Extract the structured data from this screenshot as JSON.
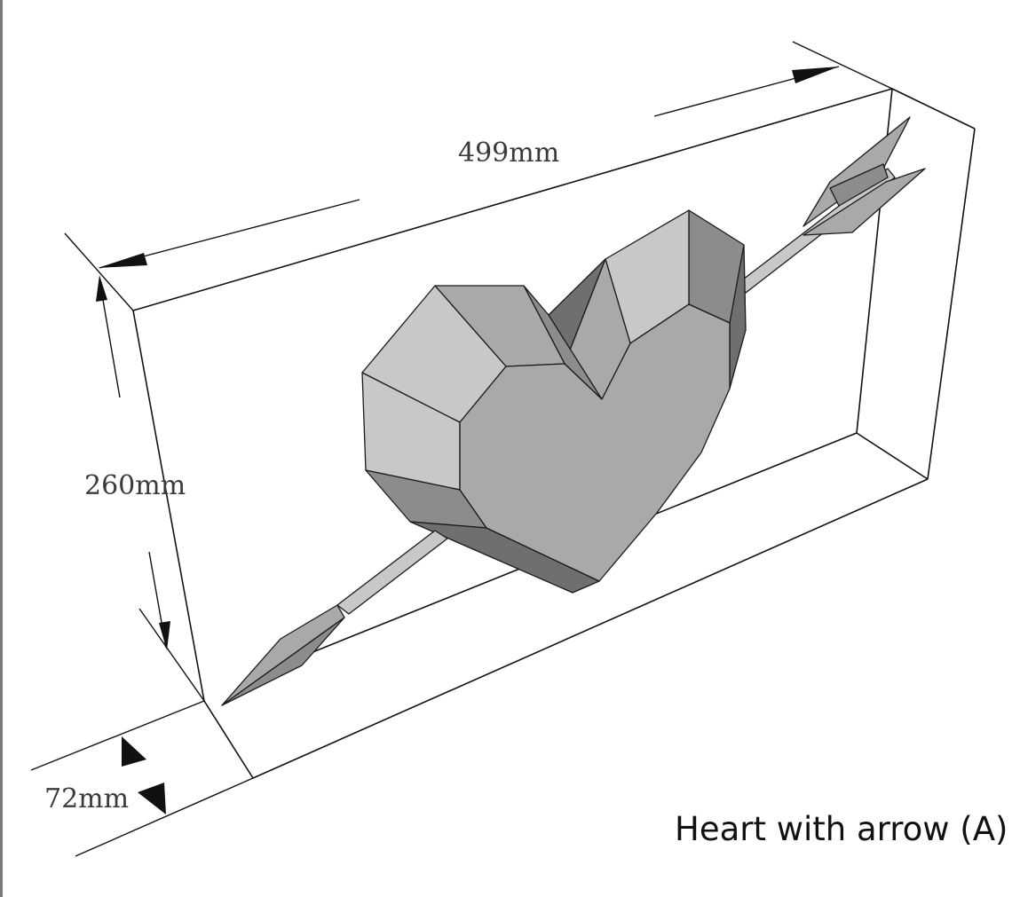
{
  "dimensions": {
    "width_label": "499mm",
    "height_label": "260mm",
    "depth_label": "72mm"
  },
  "title": "Heart with arrow (A)",
  "colors": {
    "light_facet": "#c8c8c8",
    "mid_facet": "#a9a9a9",
    "dark_facet": "#8c8c8c",
    "darkest_facet": "#6f6f6f",
    "line": "#111111",
    "label_text": "#3a3a3a"
  }
}
